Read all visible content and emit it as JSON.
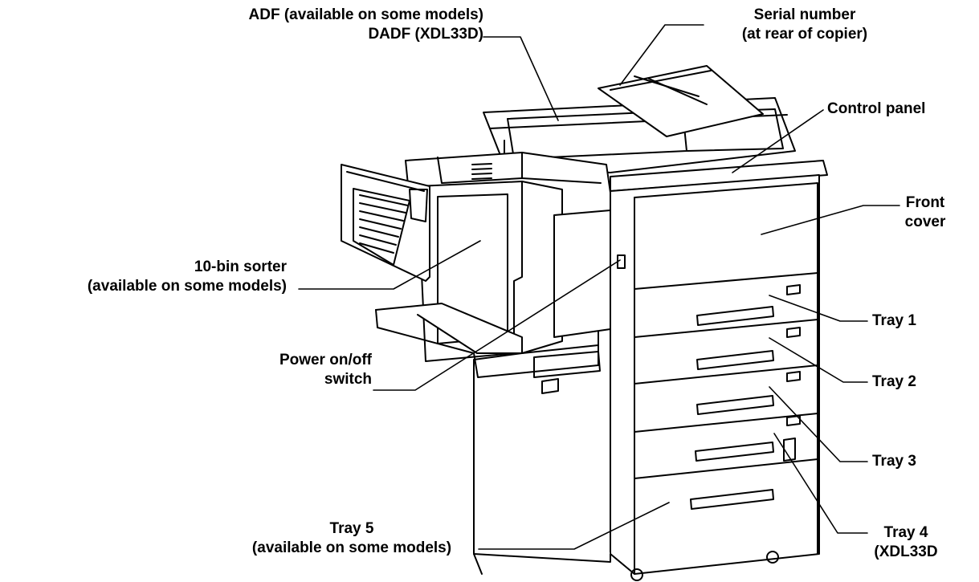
{
  "callouts": {
    "adf": {
      "line1": "ADF (available on some models)",
      "line2": "DADF (XDL33D)"
    },
    "serial": {
      "line1": "Serial number",
      "line2": "(at rear of copier)"
    },
    "control": {
      "line1": "Control panel"
    },
    "front": {
      "line1": "Front",
      "line2": "cover"
    },
    "sorter": {
      "line1": "10-bin sorter",
      "line2": "(available on some models)"
    },
    "tray1": {
      "line1": "Tray 1"
    },
    "power": {
      "line1": "Power on/off",
      "line2": "switch"
    },
    "tray2": {
      "line1": "Tray 2"
    },
    "tray3": {
      "line1": "Tray 3"
    },
    "tray5": {
      "line1": "Tray 5",
      "line2": "(available on some models)"
    },
    "tray4": {
      "line1": "Tray 4",
      "line2": "(XDL33D"
    }
  }
}
